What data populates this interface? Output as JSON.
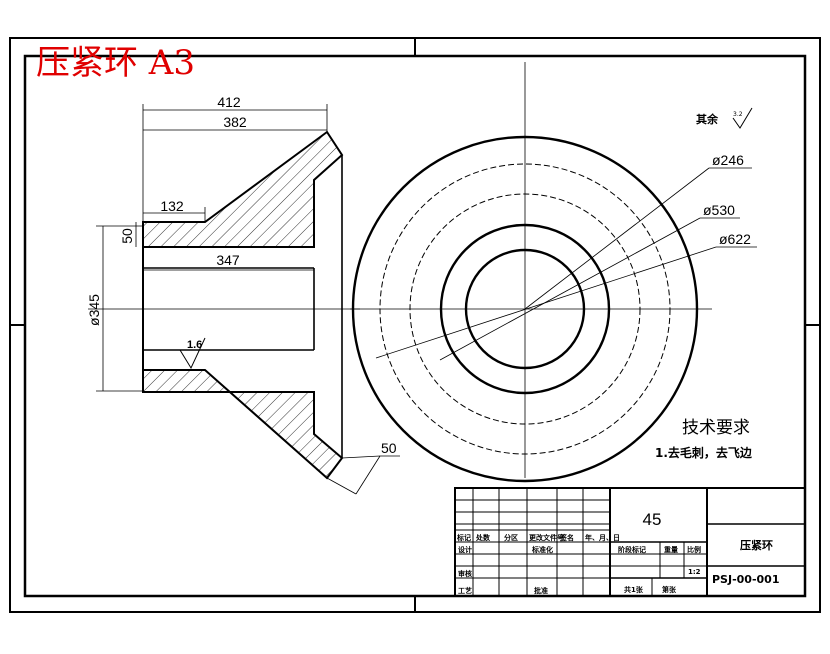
{
  "sheet": {
    "title": "压紧环 A3"
  },
  "section_view": {
    "dim_overall_length": "412",
    "dim_flange_length": "382",
    "dim_shoulder": "132",
    "dim_wall": "50",
    "dim_bore_length": "347",
    "dim_bore_dia": "ø345",
    "roughness": "1.6",
    "dim_chamfer": "50"
  },
  "end_view": {
    "dia_inner": "ø246",
    "dia_pitch": "ø530",
    "dia_outer": "ø622"
  },
  "surface_note": {
    "label": "其余",
    "value": "3.2"
  },
  "tech_requirements": {
    "heading": "技术要求",
    "item_1": "1.去毛刺，去飞边"
  },
  "title_block": {
    "material": "45",
    "part_name": "压紧环",
    "drawing_no": "PSJ-00-001",
    "scale": "1:2",
    "hdr_mark": "标记",
    "hdr_count": "处数",
    "hdr_zone": "分区",
    "hdr_change_doc": "更改文件号",
    "hdr_sign": "签名",
    "hdr_date": "年、月、日",
    "row_design": "设计",
    "row_standard": "标准化",
    "row_review": "审核",
    "row_process": "工艺",
    "row_approve": "批准",
    "hdr_stage": "阶段标记",
    "hdr_weight": "重量",
    "hdr_ratio": "比例",
    "sheet_total": "共1张",
    "sheet_no": "第张"
  }
}
